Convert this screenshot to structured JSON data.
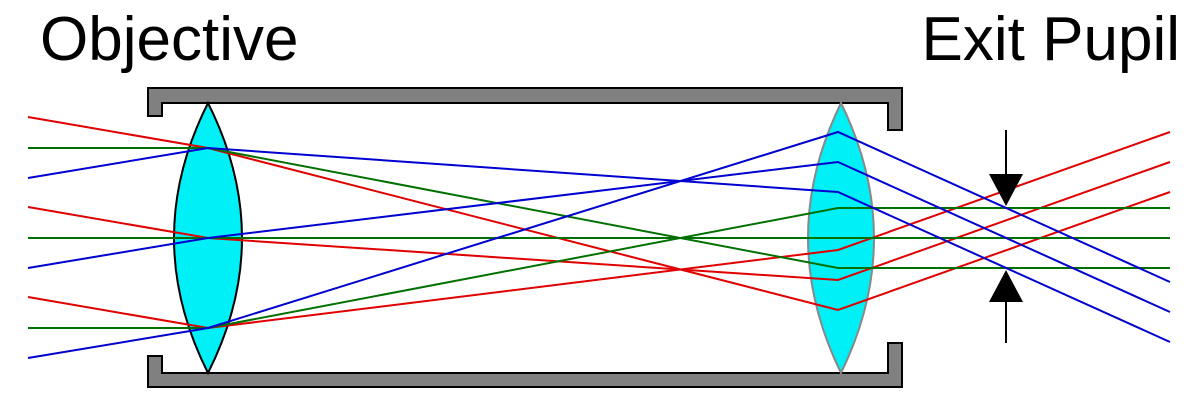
{
  "labels": {
    "objective": "Objective",
    "exit_pupil": "Exit Pupil"
  },
  "colors": {
    "tube": "#808080",
    "tube_stroke": "#000000",
    "lens_fill": "#00f0f8",
    "objective_lens_stroke": "#000000",
    "eyepiece_lens_stroke": "#888888",
    "ray_red": "#e00000",
    "ray_green": "#007000",
    "ray_blue": "#0000d0",
    "arrow": "#000000"
  },
  "ray_groups": [
    {
      "name": "red",
      "color_key": "ray_red"
    },
    {
      "name": "green",
      "color_key": "ray_green"
    },
    {
      "name": "blue",
      "color_key": "ray_blue"
    }
  ]
}
